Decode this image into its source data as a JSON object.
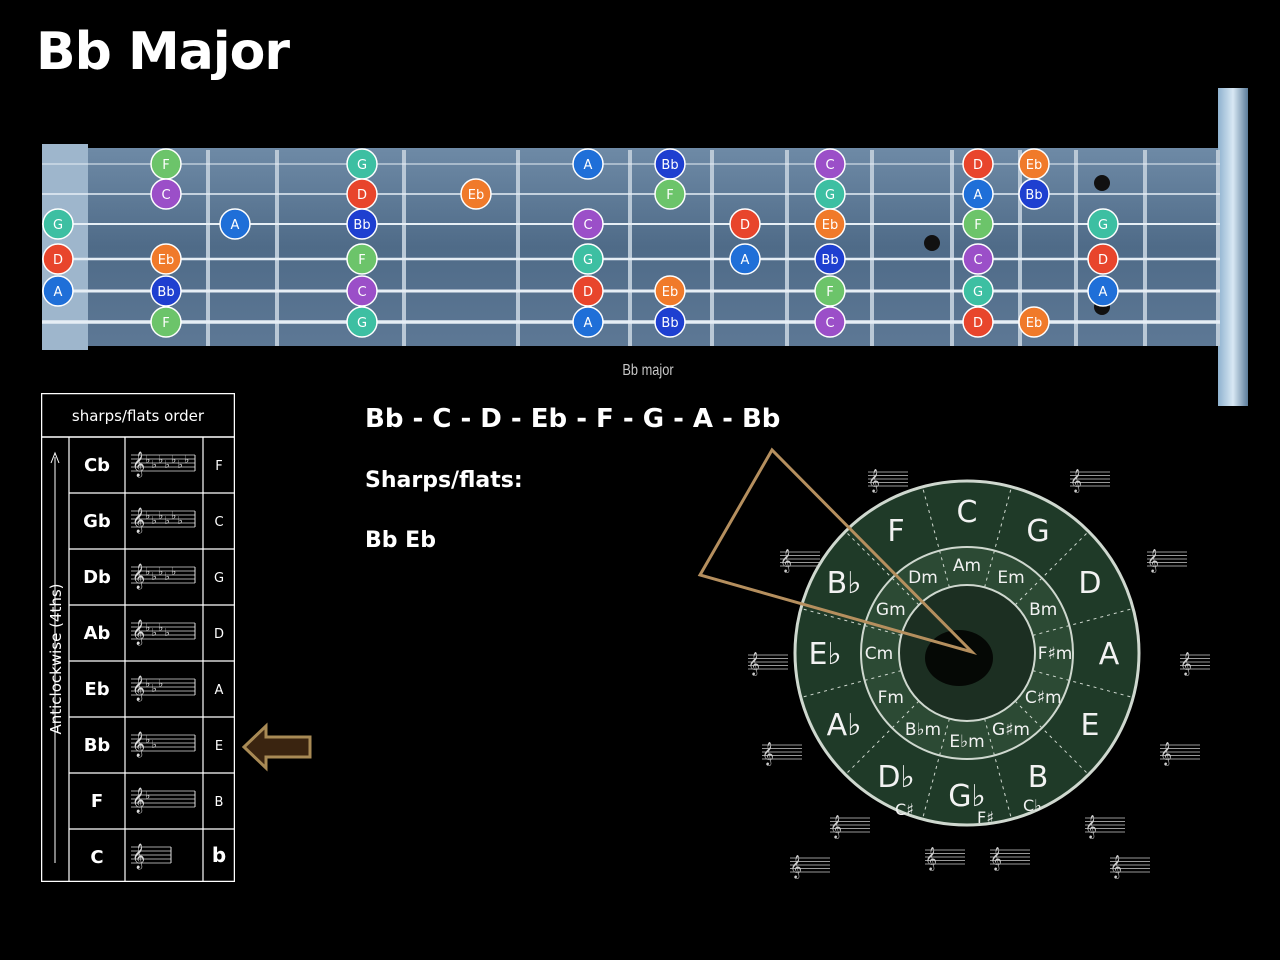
{
  "title": "Bb Major",
  "fretboard": {
    "caption": "Bb major",
    "note_colors": {
      "Bb": "#1e3fd0",
      "C": "#9b4fc8",
      "D": "#e8452c",
      "Eb": "#f07a2a",
      "F": "#6cc46a",
      "G": "#3dbfa2",
      "A": "#1f6fd8"
    },
    "notes": [
      {
        "fret": 0,
        "string": 3,
        "label": "G"
      },
      {
        "fret": 0,
        "string": 4,
        "label": "D"
      },
      {
        "fret": 0,
        "string": 5,
        "label": "A"
      },
      {
        "fret": 1,
        "string": 1,
        "label": "F"
      },
      {
        "fret": 1,
        "string": 2,
        "label": "C"
      },
      {
        "fret": 1,
        "string": 4,
        "label": "Eb"
      },
      {
        "fret": 1,
        "string": 5,
        "label": "Bb"
      },
      {
        "fret": 1,
        "string": 6,
        "label": "F"
      },
      {
        "fret": 2,
        "string": 3,
        "label": "A"
      },
      {
        "fret": 3,
        "string": 1,
        "label": "G"
      },
      {
        "fret": 3,
        "string": 2,
        "label": "D"
      },
      {
        "fret": 3,
        "string": 3,
        "label": "Bb"
      },
      {
        "fret": 3,
        "string": 4,
        "label": "F"
      },
      {
        "fret": 3,
        "string": 5,
        "label": "C"
      },
      {
        "fret": 3,
        "string": 6,
        "label": "G"
      },
      {
        "fret": 4,
        "string": 2,
        "label": "Eb"
      },
      {
        "fret": 5,
        "string": 1,
        "label": "A"
      },
      {
        "fret": 5,
        "string": 3,
        "label": "C"
      },
      {
        "fret": 5,
        "string": 4,
        "label": "G"
      },
      {
        "fret": 5,
        "string": 5,
        "label": "D"
      },
      {
        "fret": 5,
        "string": 6,
        "label": "A"
      },
      {
        "fret": 6,
        "string": 1,
        "label": "Bb"
      },
      {
        "fret": 6,
        "string": 2,
        "label": "F"
      },
      {
        "fret": 6,
        "string": 5,
        "label": "Eb"
      },
      {
        "fret": 6,
        "string": 6,
        "label": "Bb"
      },
      {
        "fret": 7,
        "string": 3,
        "label": "D"
      },
      {
        "fret": 7,
        "string": 4,
        "label": "A"
      },
      {
        "fret": 8,
        "string": 1,
        "label": "C"
      },
      {
        "fret": 8,
        "string": 2,
        "label": "G"
      },
      {
        "fret": 8,
        "string": 3,
        "label": "Eb"
      },
      {
        "fret": 8,
        "string": 4,
        "label": "Bb"
      },
      {
        "fret": 8,
        "string": 5,
        "label": "F"
      },
      {
        "fret": 8,
        "string": 6,
        "label": "C"
      },
      {
        "fret": 10,
        "string": 1,
        "label": "D"
      },
      {
        "fret": 10,
        "string": 2,
        "label": "A"
      },
      {
        "fret": 10,
        "string": 3,
        "label": "F"
      },
      {
        "fret": 10,
        "string": 4,
        "label": "C"
      },
      {
        "fret": 10,
        "string": 5,
        "label": "G"
      },
      {
        "fret": 10,
        "string": 6,
        "label": "D"
      },
      {
        "fret": 11,
        "string": 1,
        "label": "Eb"
      },
      {
        "fret": 11,
        "string": 2,
        "label": "Bb"
      },
      {
        "fret": 11,
        "string": 6,
        "label": "Eb"
      },
      {
        "fret": 12,
        "string": 3,
        "label": "G"
      },
      {
        "fret": 12,
        "string": 4,
        "label": "D"
      },
      {
        "fret": 12,
        "string": 5,
        "label": "A"
      }
    ]
  },
  "order_table": {
    "header": "sharps/flats order",
    "side_label": "Anticlockwise (4ths)",
    "rows": [
      {
        "key": "Cb",
        "right": "F",
        "flats": 7
      },
      {
        "key": "Gb",
        "right": "C",
        "flats": 6
      },
      {
        "key": "Db",
        "right": "G",
        "flats": 5
      },
      {
        "key": "Ab",
        "right": "D",
        "flats": 4
      },
      {
        "key": "Eb",
        "right": "A",
        "flats": 3
      },
      {
        "key": "Bb",
        "right": "E",
        "flats": 2
      },
      {
        "key": "F",
        "right": "B",
        "flats": 1
      },
      {
        "key": "C",
        "right": "b",
        "flats": 0
      }
    ],
    "highlighted_key": "Bb"
  },
  "scale_line": "Bb - C - D - Eb - F - G - A - Bb",
  "sharps_flats_label": "Sharps/flats:",
  "sharps_flats_value": "Bb Eb",
  "circle_of_fifths": {
    "outer_ring_color": "#1f3a28",
    "major": [
      "C",
      "G",
      "D",
      "A",
      "E",
      "B",
      "G♭ / F♯",
      "D♭ / C♯",
      "A♭",
      "E♭",
      "B♭",
      "F"
    ],
    "minor": [
      "Am",
      "Em",
      "Bm",
      "F♯m",
      "C♯m",
      "G♯m",
      "E♭m",
      "B♭m",
      "Fm",
      "Cm",
      "Gm",
      "Dm"
    ]
  }
}
